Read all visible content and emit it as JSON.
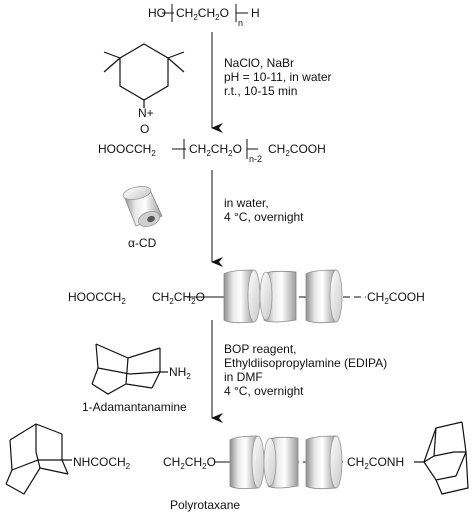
{
  "step1": {
    "peg": {
      "pre": "HO",
      "core": "CH",
      "core2": "CH",
      "o": "O",
      "h": "H",
      "n": "n",
      "two_a": "2",
      "two_b": "2"
    },
    "reagent": {
      "nplus": "N+",
      "o": "O"
    },
    "conditions": [
      "NaClO, NaBr",
      "pH = 10-11, in water",
      "r.t., 10-15 min"
    ]
  },
  "step2": {
    "acid": {
      "left": "HOOCCH",
      "mid": "CH",
      "mid2": "CH",
      "o": "O",
      "right": "CH",
      "right_tail": "COOH",
      "n2": "n-2",
      "two": "2"
    },
    "cd_label": "α-CD",
    "conditions": [
      "in water,",
      "4 °C, overnight"
    ]
  },
  "step3": {
    "inclusion": {
      "left": "HOOCCH",
      "mid": "CH",
      "mid2": "CH",
      "o": "O",
      "right": "CH",
      "right_tail": "COOH",
      "two": "2"
    },
    "amine_nh": "NH",
    "amine_two": "2",
    "amine_label": "1-Adamantanamine",
    "conditions": [
      "BOP reagent,",
      "Ethyldiisopropylamine (EDIPA)",
      "in DMF",
      "4 °C, overnight"
    ]
  },
  "product": {
    "left": "NHCOCH",
    "mid": "CH",
    "mid2": "CH",
    "o": "O",
    "right": "CH",
    "right_tail": "CONH",
    "two": "2",
    "label": "Polyrotaxane"
  },
  "colors": {
    "ink": "#111111",
    "cd_light": "#f2f2f2",
    "cd_dark": "#9a9a9a"
  }
}
